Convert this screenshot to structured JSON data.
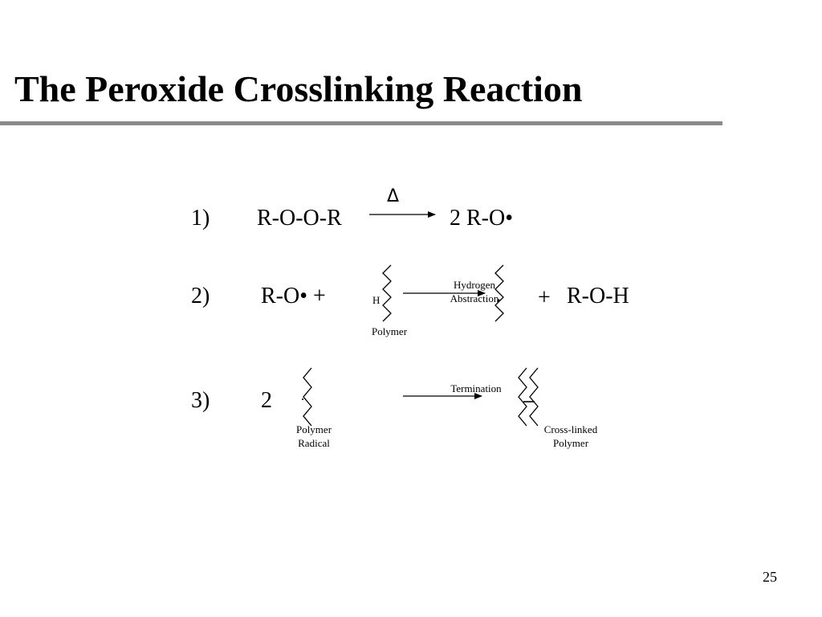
{
  "slide": {
    "title": "The Peroxide Crosslinking Reaction",
    "page_number": "25"
  },
  "reactions": {
    "r1": {
      "index": "1)",
      "reactant": "R-O-O-R",
      "condition_symbol": "Δ",
      "product": "2 R-O•"
    },
    "r2": {
      "index": "2)",
      "reactant": "R-O•  +",
      "hydrogen": "H",
      "reactant_label": "Polymer",
      "arrow_label_line1": "Hydrogen",
      "arrow_label_line2": "Abstraction",
      "plus": "+",
      "byproduct": "R-O-H"
    },
    "r3": {
      "index": "3)",
      "coefficient": "2",
      "radical_dot": "·",
      "reactant_label_line1": "Polymer",
      "reactant_label_line2": "Radical",
      "arrow_label": "Termination",
      "product_label_line1": "Cross-linked",
      "product_label_line2": "Polymer"
    }
  }
}
